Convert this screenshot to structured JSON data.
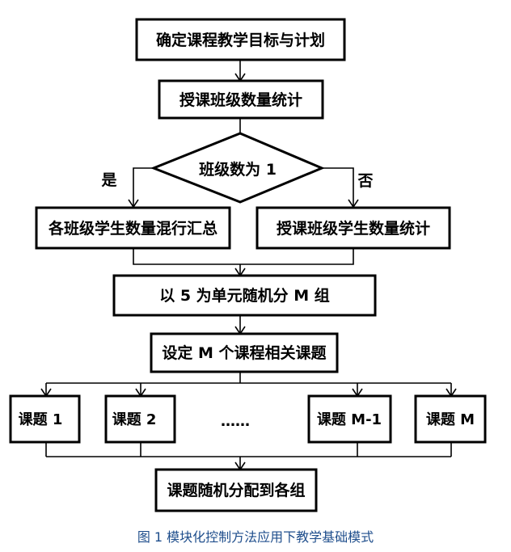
{
  "diagram": {
    "nodes": {
      "goal": "确定课程教学目标与计划",
      "count": "授课班级数量统计",
      "decision": "班级数为 1",
      "left_branch": "各班级学生数量混行汇总",
      "right_branch": "授课班级学生数量统计",
      "grouping": "以 5 为单元随机分 M 组",
      "topics_setup": "设定 M 个课程相关课题",
      "topic_1": "课题 1",
      "topic_2": "课题 2",
      "ellipsis": "……",
      "topic_m1": "课题 M-1",
      "topic_m": "课题 M",
      "assign": "课题随机分配到各组"
    },
    "branch_labels": {
      "yes": "是",
      "no": "否"
    }
  },
  "caption": "图 1  模块化控制方法应用下教学基础模式",
  "colors": {
    "line": "#000000",
    "caption": "#1f4e8c"
  }
}
